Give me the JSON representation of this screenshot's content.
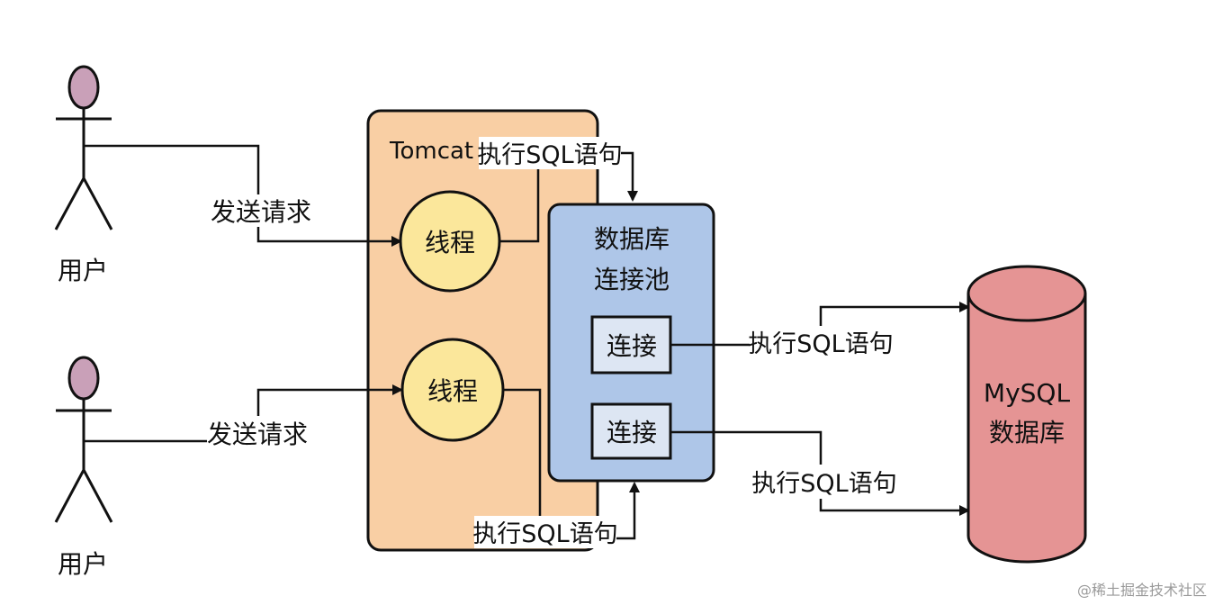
{
  "actors": [
    {
      "label": "用户"
    },
    {
      "label": "用户"
    }
  ],
  "requests": [
    {
      "label": "发送请求"
    },
    {
      "label": "发送请求"
    }
  ],
  "tomcat": {
    "label": "Tomcat"
  },
  "threads": [
    {
      "label": "线程"
    },
    {
      "label": "线程"
    }
  ],
  "pool": {
    "title_line1": "数据库",
    "title_line2": "连接池",
    "connections": [
      {
        "label": "连接"
      },
      {
        "label": "连接"
      }
    ]
  },
  "sql": {
    "top": "执行SQL语句",
    "bottom": "执行SQL语句",
    "to_db_1": "执行SQL语句",
    "to_db_2": "执行SQL语句"
  },
  "database": {
    "line1": "MySQL",
    "line2": "数据库"
  },
  "watermark": "@稀土掘金技术社区",
  "colors": {
    "actor_head": "#c9a0b8",
    "tomcat_fill": "#f9cfa4",
    "thread_fill": "#fbe79b",
    "pool_fill": "#aec6e8",
    "connection_fill": "#dde6f3",
    "db_fill": "#e59494"
  }
}
